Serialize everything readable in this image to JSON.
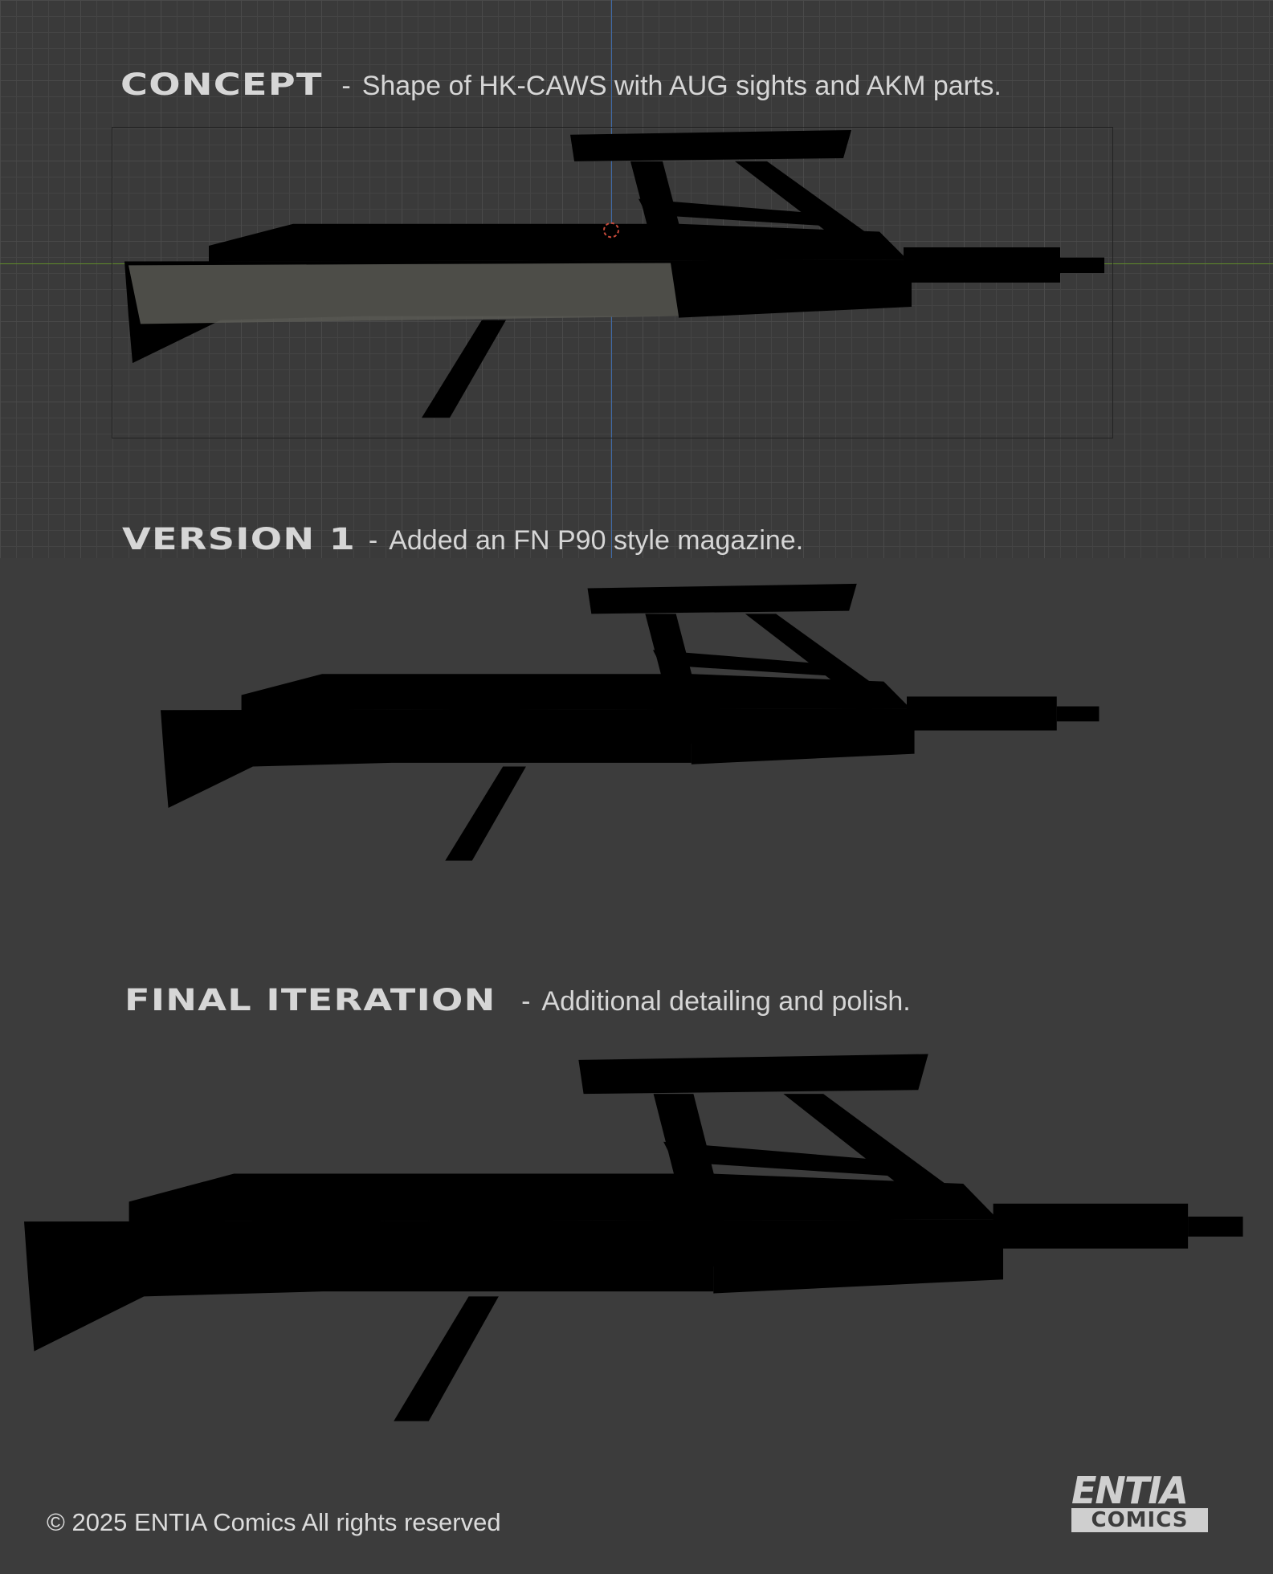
{
  "sections": [
    {
      "title": "CONCEPT",
      "separator": "-",
      "description": "Shape of HK-CAWS with AUG sights and AKM parts."
    },
    {
      "title": "VERSION 1",
      "separator": "-",
      "description": "Added an FN P90 style magazine."
    },
    {
      "title": "FINAL ITERATION",
      "separator": "-",
      "description": "Additional detailing and polish."
    }
  ],
  "footer": {
    "copyright": "© 2025 ENTIA Comics All rights reserved"
  },
  "logo": {
    "top": "ENTIA",
    "bottom": "COMICS"
  },
  "colors": {
    "background": "#3c3c3c",
    "text": "#d6d6d6",
    "model_gray": "#b4b4b4",
    "concept_metal": "#2e2f33"
  }
}
